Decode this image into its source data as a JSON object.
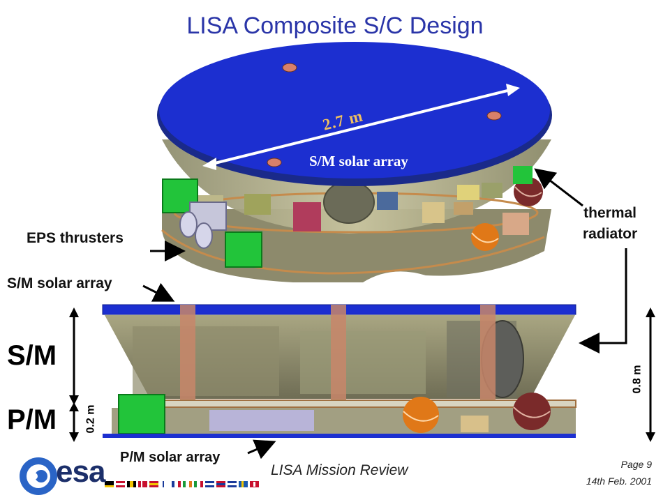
{
  "title": "LISA Composite S/C Design",
  "labels": {
    "dimension_top": "2.7 m",
    "sm_solar_array_top": "S/M solar array",
    "thermal_radiator_line1": "thermal",
    "thermal_radiator_line2": "radiator",
    "eps_thrusters": "EPS thrusters",
    "sm_solar_array_side": "S/M solar array",
    "sm": "S/M",
    "pm": "P/M",
    "height_pm": "0.2 m",
    "height_total": "0.8 m",
    "pm_solar_array": "P/M solar array"
  },
  "footer": {
    "logo_text": "esa",
    "mission": "LISA Mission Review",
    "page": "Page 9",
    "date": "14th Feb. 2001"
  },
  "colors": {
    "title": "#2a35a8",
    "solar_array": "#1c2fd0",
    "structure": "#b7b38a"
  }
}
